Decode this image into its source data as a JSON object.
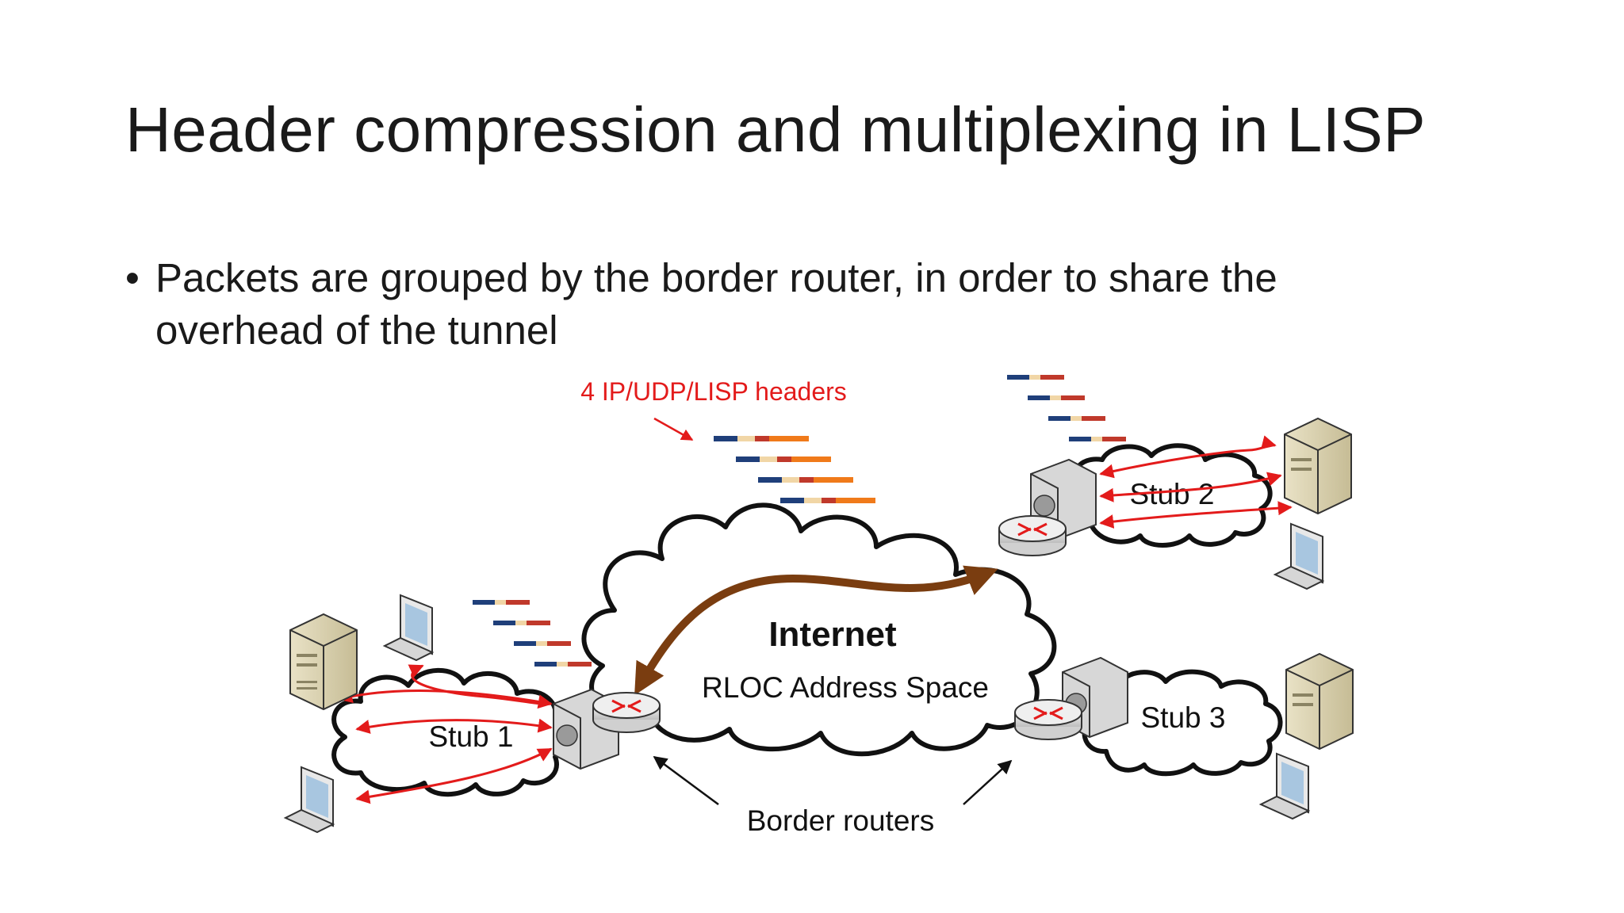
{
  "slide": {
    "title": "Header compression and multiplexing in LISP",
    "bullets": [
      "Packets are grouped by the border router, in order to share the overhead of the tunnel"
    ]
  },
  "diagram": {
    "headers_label": "4 IP/UDP/LISP headers",
    "internet_label": "Internet",
    "rloc_label": "RLOC Address Space",
    "stub1_label": "Stub 1",
    "stub2_label": "Stub 2",
    "stub3_label": "Stub 3",
    "border_routers_label": "Border routers"
  },
  "colors": {
    "accent_red": "#e31b1b",
    "tunnel_brown": "#7a3d10",
    "header_blue": "#1f3f7a",
    "header_orange": "#f07a1a",
    "header_beige": "#f1d6a6",
    "header_teal": "#3aa0a5",
    "header_red": "#c0392b"
  },
  "icons": [
    "server-icon",
    "workstation-icon",
    "router-icon",
    "switch-icon",
    "cloud-icon"
  ]
}
